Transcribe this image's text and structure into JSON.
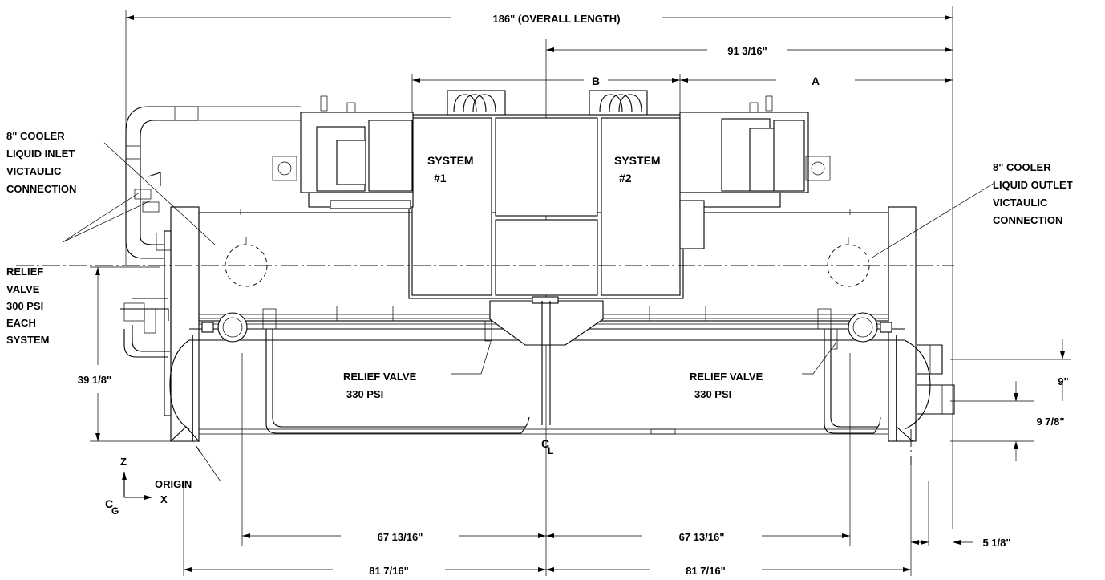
{
  "dimensions": {
    "overall_length": "186\" (OVERALL LENGTH)",
    "center_to_end": "91 3/16\"",
    "dim_b": "B",
    "dim_a": "A",
    "height": "39 1/8\"",
    "nozzle_upper": "9\"",
    "nozzle_lower": "9 7/8\"",
    "offset_right": "5 1/8\"",
    "left_inner": "67 13/16\"",
    "right_inner": "67 13/16\"",
    "left_outer": "81 7/16\"",
    "right_outer": "81 7/16\""
  },
  "labels": {
    "inlet": [
      "8\" COOLER",
      "LIQUID INLET",
      "VICTAULIC",
      "CONNECTION"
    ],
    "outlet": [
      "8\" COOLER",
      "LIQUID OUTLET",
      "VICTAULIC",
      "CONNECTION"
    ],
    "relief_300": [
      "RELIEF",
      "VALVE",
      "300 PSI",
      "EACH",
      "SYSTEM"
    ],
    "relief_330_left": [
      "RELIEF VALVE",
      "330 PSI"
    ],
    "relief_330_right": [
      "RELIEF VALVE",
      "330 PSI"
    ],
    "system1": [
      "SYSTEM",
      "#1"
    ],
    "system2": [
      "SYSTEM",
      "#2"
    ],
    "origin": "ORIGIN",
    "axis_z": "Z",
    "axis_x": "X",
    "centerline": "C",
    "centerline_sub": "L",
    "cg": "C",
    "cg_sub": "G"
  }
}
